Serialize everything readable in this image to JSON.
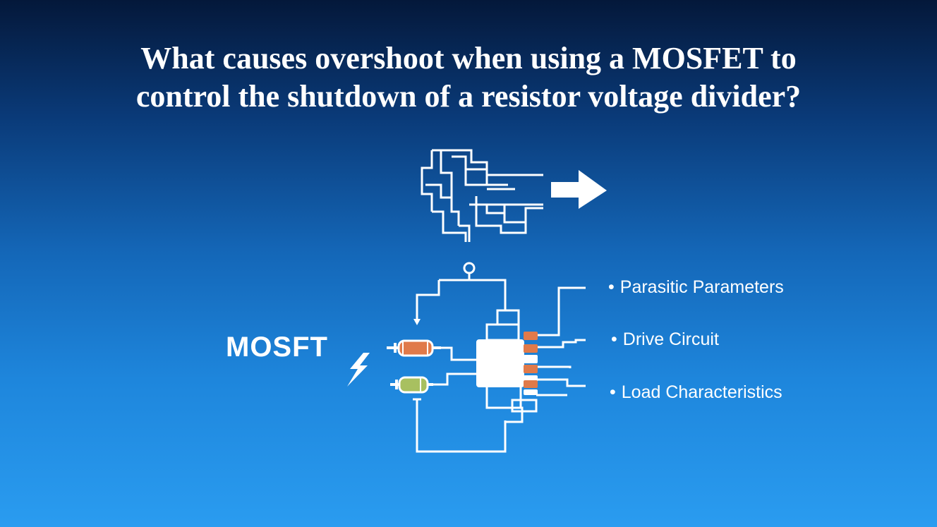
{
  "title": {
    "line1": "What causes overshoot when using a MOSFET to",
    "line2": "control the shutdown of a resistor voltage divider?"
  },
  "diagram": {
    "device_label": "MOSFT",
    "callouts": [
      {
        "label": "Parasitic Parameters"
      },
      {
        "label": "Drive Circuit"
      },
      {
        "label": "Load Characteristics"
      }
    ],
    "icons": [
      "circuit-trace-icon",
      "arrow-right-icon",
      "lightning-icon",
      "resistor-icon"
    ],
    "colors": {
      "stroke": "#ffffff",
      "resistor_top": "#e07a4a",
      "resistor_bottom": "#a8c060",
      "pins": "#e07a4a"
    }
  }
}
